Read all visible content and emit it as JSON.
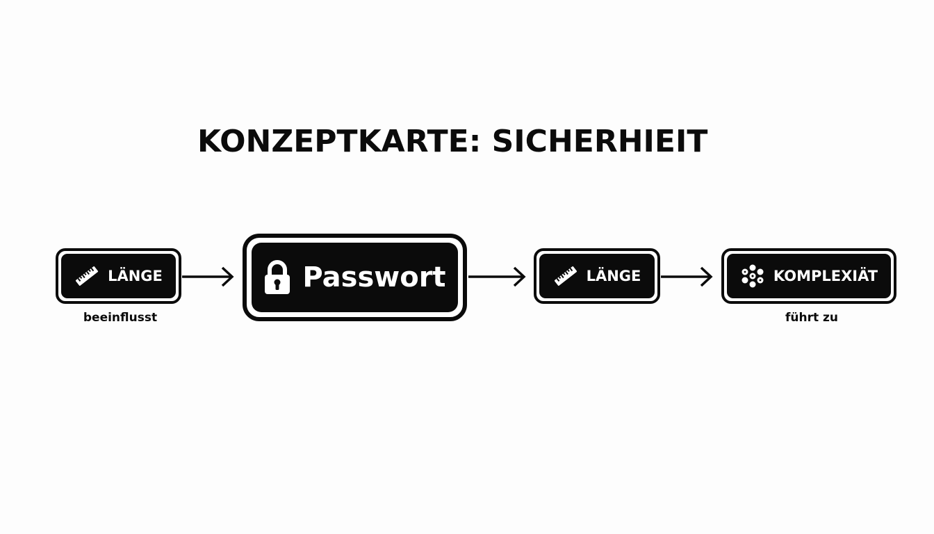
{
  "title": "KONZEPTKARTE: SICHERHIEIT",
  "nodes": {
    "laenge_left": {
      "label": "LÄNGE",
      "icon": "ruler-icon"
    },
    "passwort": {
      "label": "Passwort",
      "icon": "lock-icon"
    },
    "laenge_right": {
      "label": "LÄNGE",
      "icon": "ruler-icon"
    },
    "komplexitaet": {
      "label": "KOMPLEXIÄT",
      "icon": "cluster-icon"
    }
  },
  "captions": {
    "left": "beeinflusst",
    "right": "führt zu"
  },
  "colors": {
    "foreground": "#0b0b0b",
    "background": "#fdfdfd",
    "node_text": "#ffffff"
  }
}
